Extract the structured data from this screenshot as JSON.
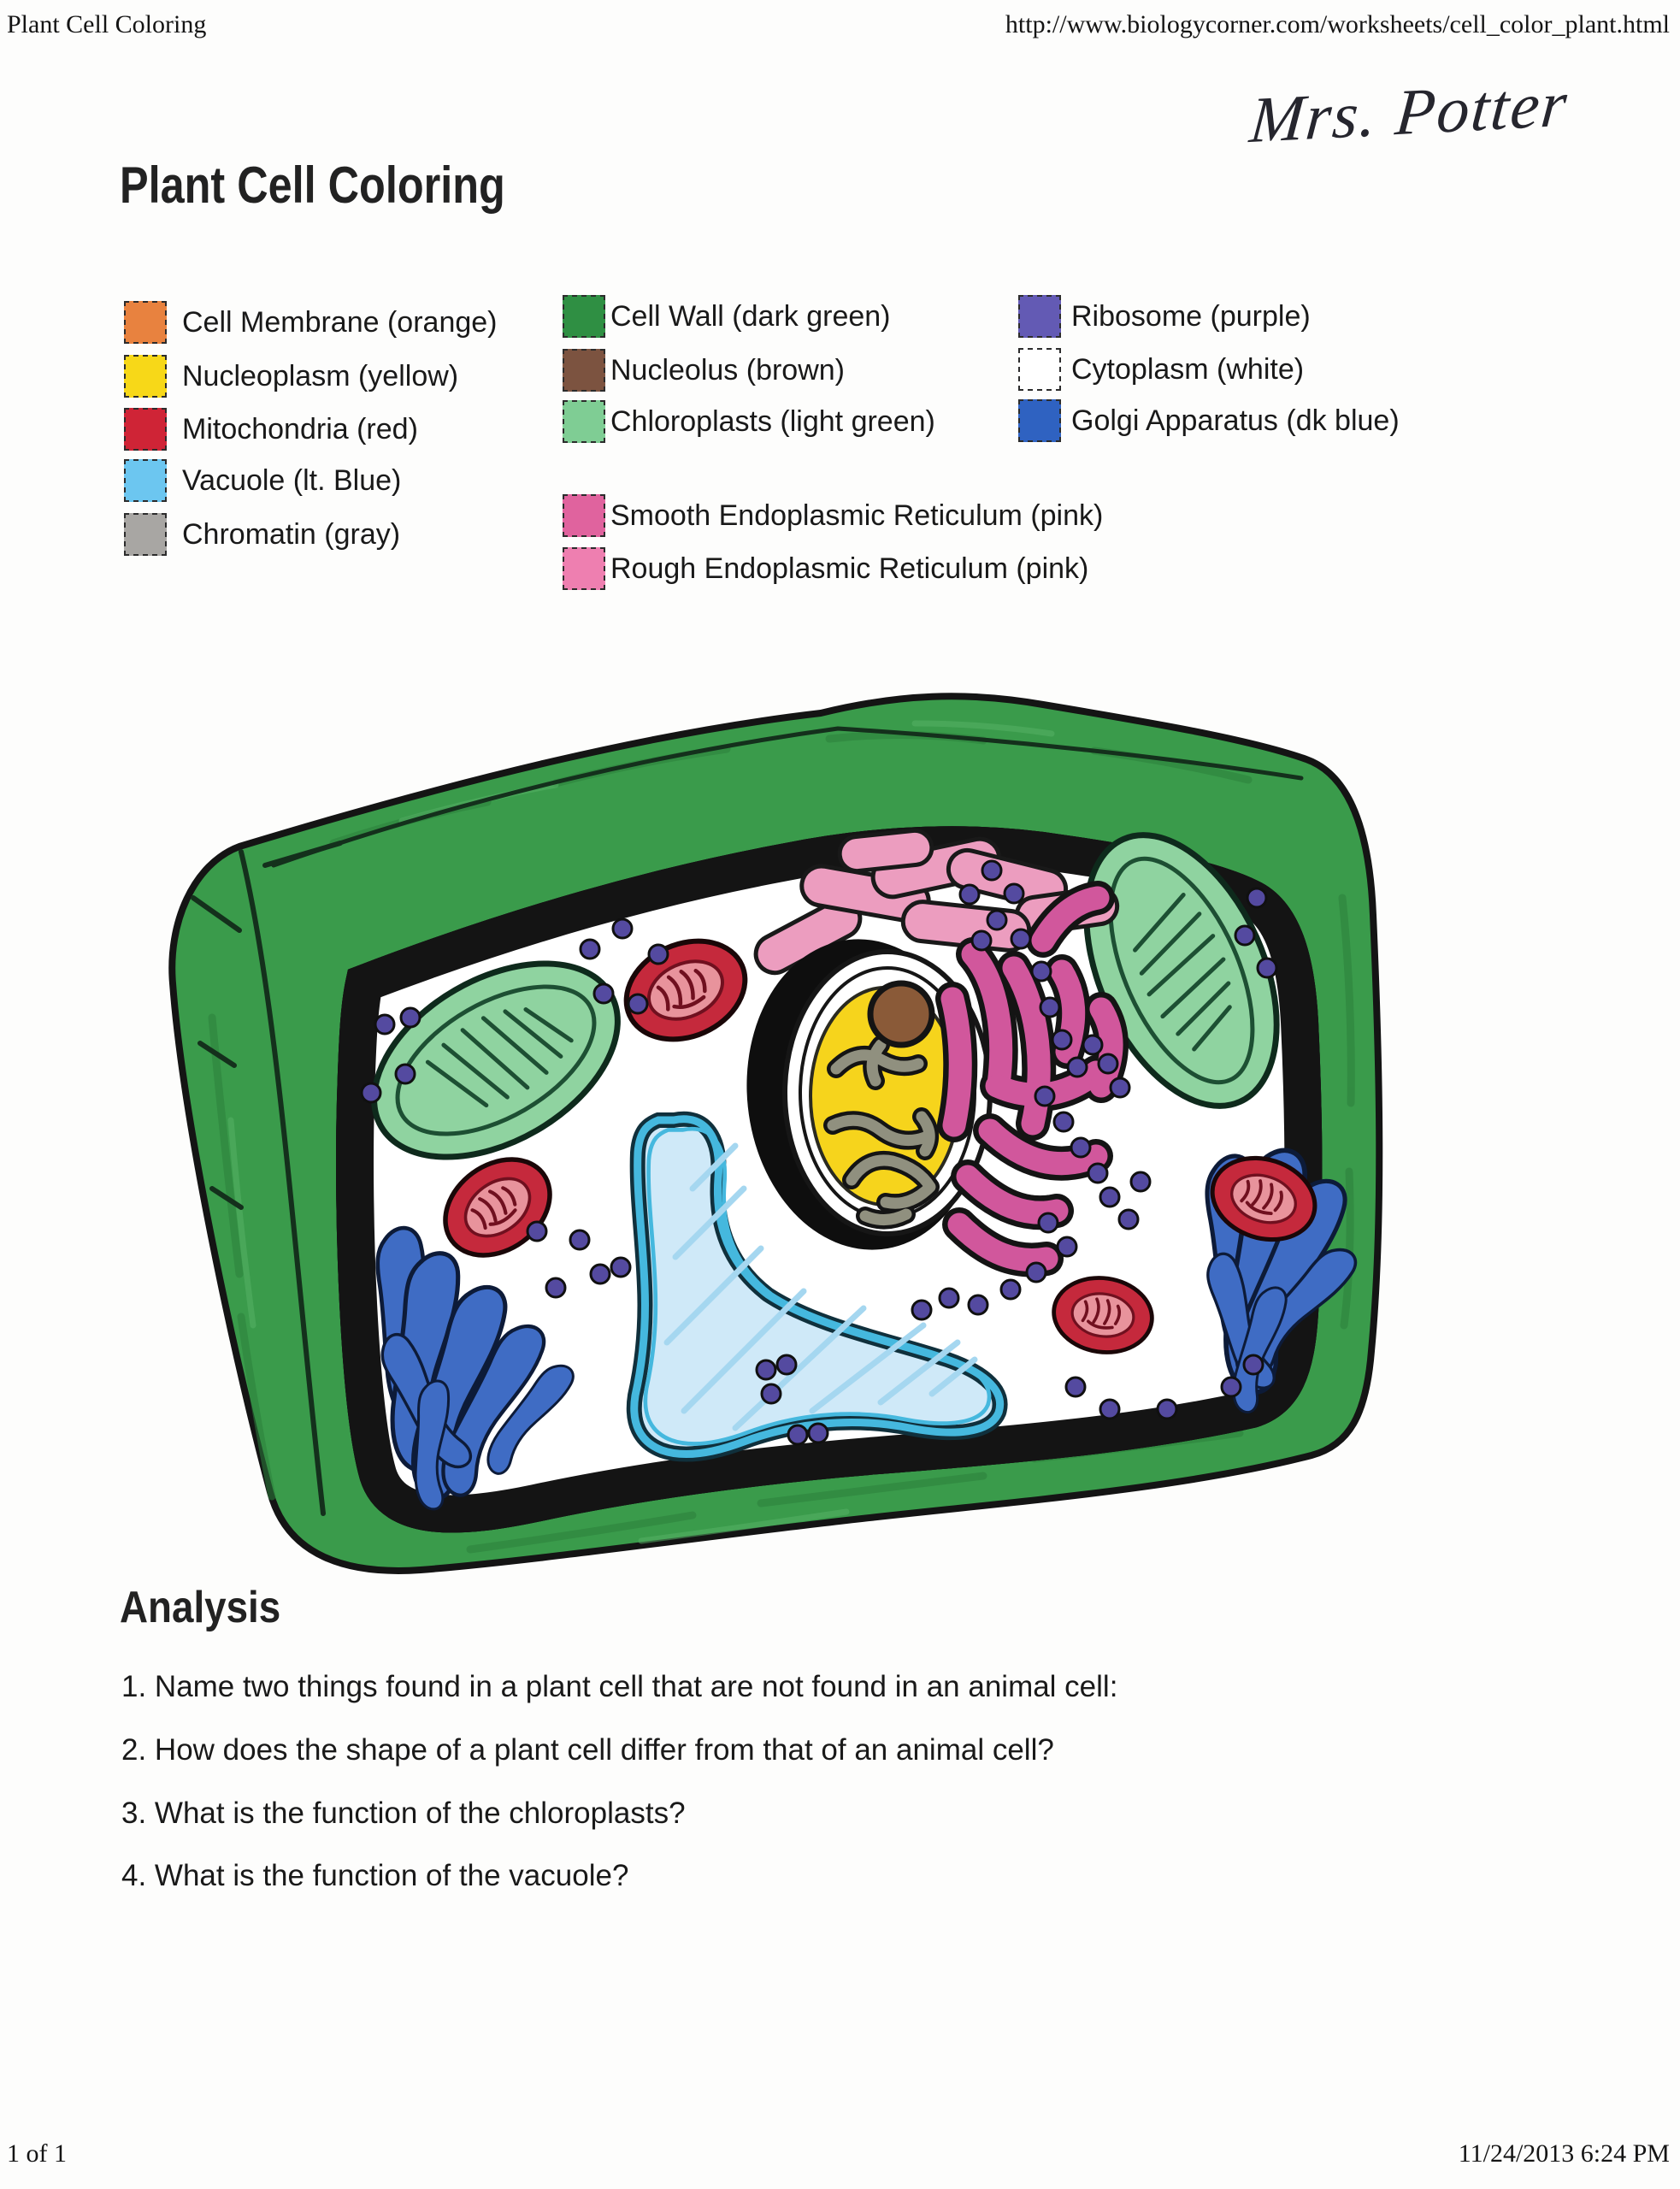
{
  "header": {
    "doc_title": "Plant Cell Coloring",
    "url": "http://www.biologycorner.com/worksheets/cell_color_plant.html"
  },
  "signature": {
    "text": "Mrs. Potter"
  },
  "title": "Plant Cell Coloring",
  "legend": {
    "col1": [
      {
        "label": "Cell Membrane (orange)",
        "color": "#e8823f"
      },
      {
        "label": "Nucleoplasm (yellow)",
        "color": "#f7d818"
      },
      {
        "label": "Mitochondria (red)",
        "color": "#cf2436"
      },
      {
        "label": "Vacuole (lt. Blue)",
        "color": "#6cc6f0"
      },
      {
        "label": "Chromatin (gray)",
        "color": "#a8a6a3"
      }
    ],
    "col2": [
      {
        "label": "Cell Wall (dark green)",
        "color": "#2f8f43"
      },
      {
        "label": "Nucleolus (brown)",
        "color": "#7c5340"
      },
      {
        "label": "Chloroplasts (light green)",
        "color": "#7fcd94"
      },
      {
        "label": "Smooth Endoplasmic Reticulum (pink)",
        "color": "#e0639e"
      },
      {
        "label": "Rough Endoplasmic Reticulum (pink)",
        "color": "#ee7fb0"
      }
    ],
    "col3": [
      {
        "label": "Ribosome (purple)",
        "color": "#635ab4"
      },
      {
        "label": "Cytoplasm (white)",
        "color": "#ffffff"
      },
      {
        "label": "Golgi Apparatus (dk blue)",
        "color": "#2f62c1"
      }
    ]
  },
  "analysis": {
    "heading": "Analysis",
    "questions": [
      "1. Name two things found in a plant cell that are not found in an animal cell:",
      "2. How does the shape of a plant cell differ from that of an animal cell?",
      "3. What is the function of the chloroplasts?",
      "4. What is the function of the vacuole?"
    ]
  },
  "footer": {
    "page": "1 of 1",
    "timestamp": "11/24/2013 6:24 PM"
  },
  "diagram": {
    "description": "Hand-colored cross-section drawing of a plant cell",
    "palette": {
      "cell_wall": "#3a9b4b",
      "cell_membrane": "#e0511c",
      "cytoplasm": "#ffffff",
      "chloroplast": "#8fd3a0",
      "chloroplast_line": "#1d4f33",
      "mitochondria": "#c5293c",
      "mitochondria_inner": "#e8939c",
      "vacuole_fill": "#cfe9f8",
      "vacuole_outline": "#45b8de",
      "nucleoplasm": "#f6d41c",
      "nucleolus": "#8a5a38",
      "chromatin": "#90907f",
      "smooth_er": "#ec9dbf",
      "rough_er": "#d1579c",
      "ribosome": "#544aa0",
      "golgi": "#3f6cc4"
    }
  }
}
